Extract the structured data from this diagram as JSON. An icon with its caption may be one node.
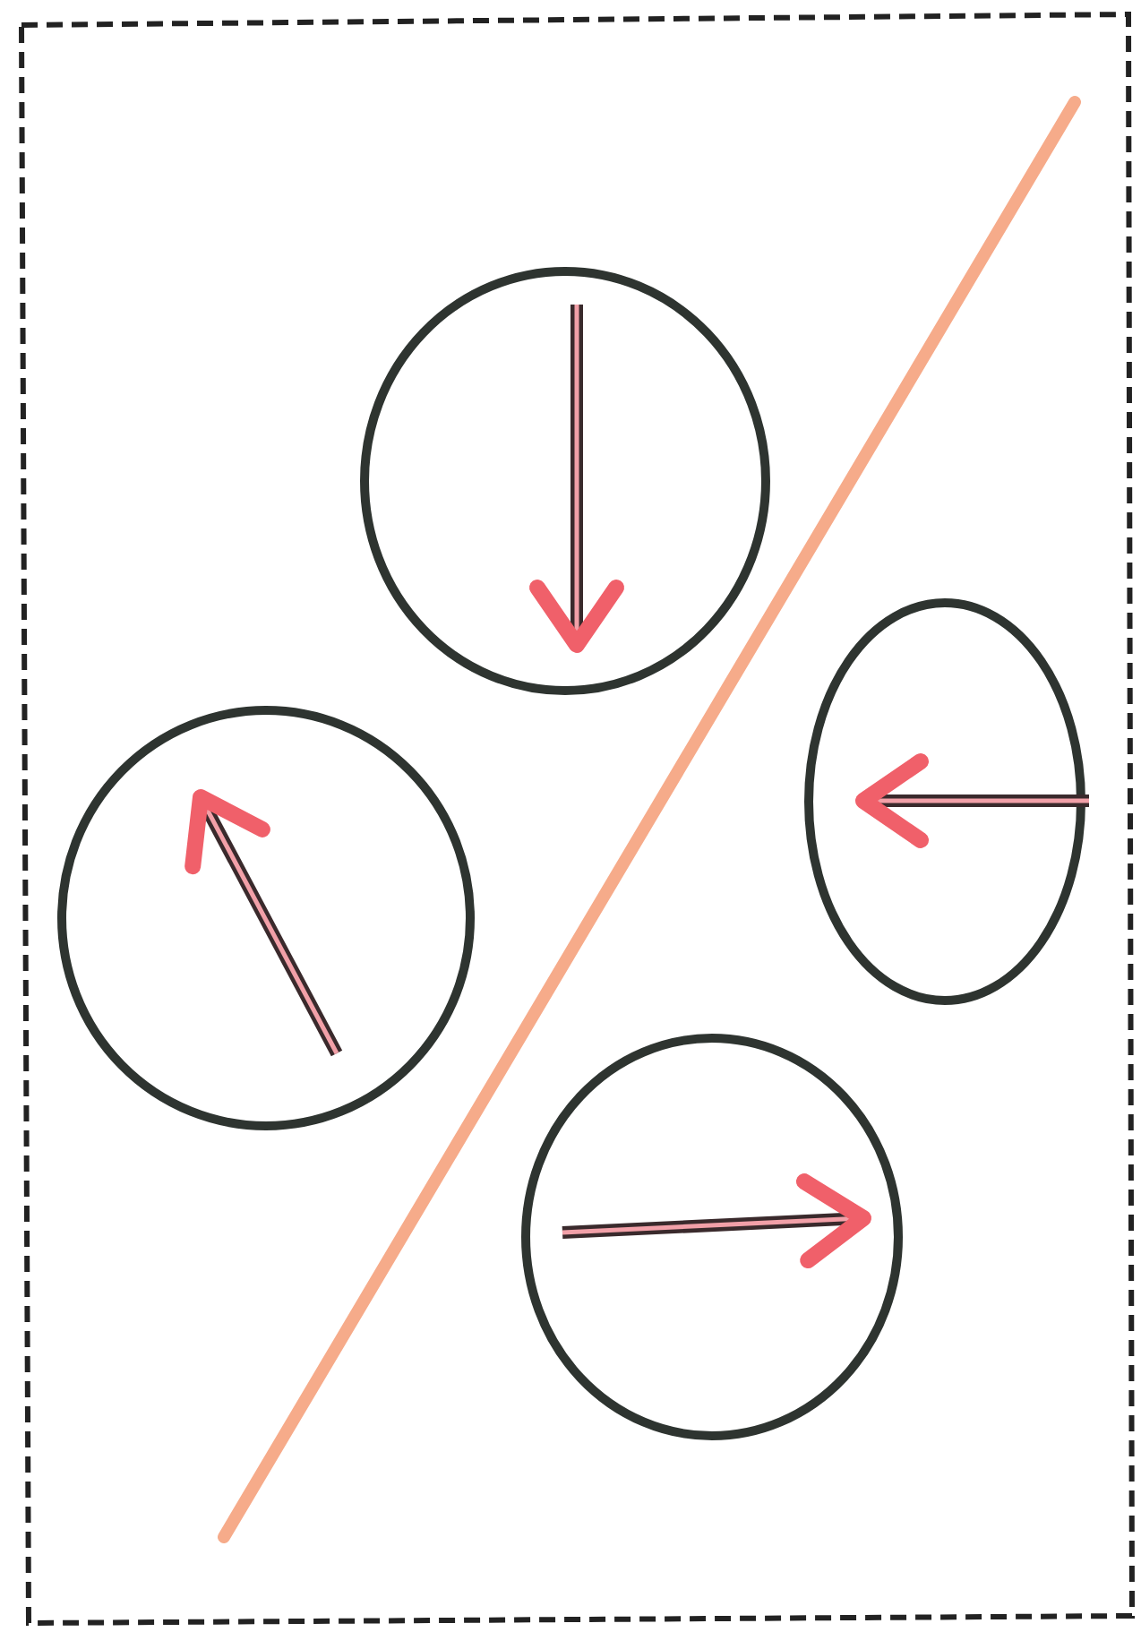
{
  "diagram": {
    "nodes": [
      {
        "text": [],
        "shape": "circle"
      },
      {
        "text": [],
        "shape": "circle"
      },
      {
        "text": [],
        "shape": "circle"
      },
      {
        "text": [],
        "shape": "circle"
      }
    ]
  }
}
